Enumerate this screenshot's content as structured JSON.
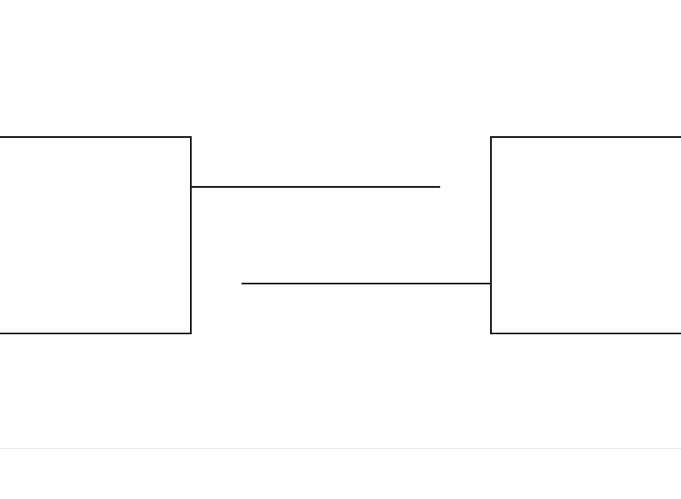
{
  "diagram": {
    "type": "block-connection",
    "elements": [
      {
        "id": "left-block",
        "kind": "rectangle",
        "label": ""
      },
      {
        "id": "right-block",
        "kind": "rectangle",
        "label": ""
      },
      {
        "id": "upper-connector",
        "kind": "line",
        "from": "left-block",
        "to": "",
        "label": ""
      },
      {
        "id": "lower-connector",
        "kind": "line",
        "from": "",
        "to": "right-block",
        "label": ""
      }
    ],
    "colors": {
      "background": "#fefefe",
      "stroke": "#1a1a1a",
      "divider": "#e6e6e6"
    }
  }
}
